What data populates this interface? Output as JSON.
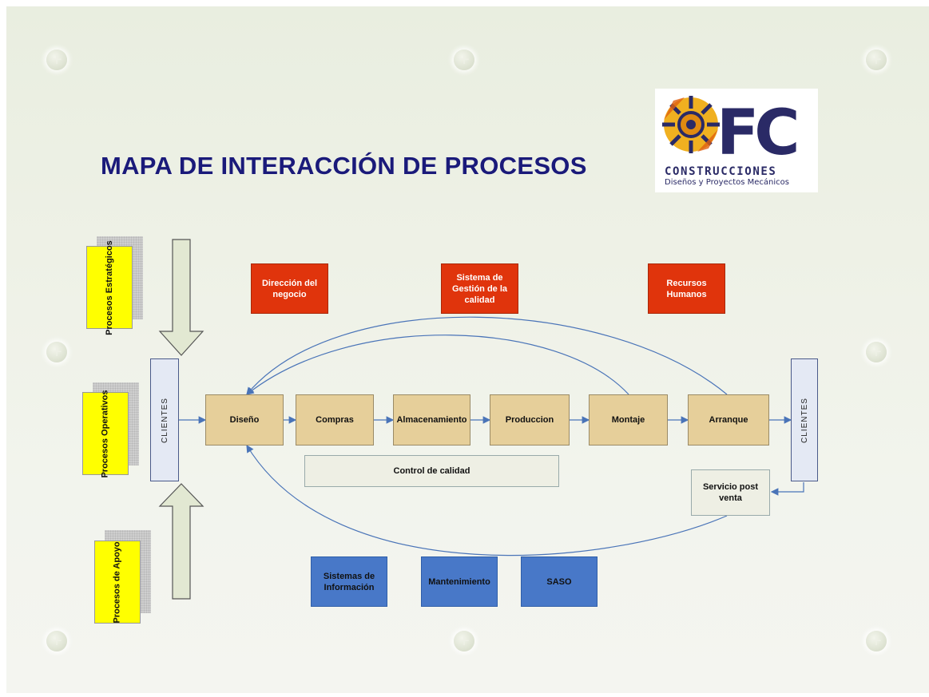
{
  "title": "MAPA DE INTERACCIÓN DE PROCESOS",
  "logo": {
    "mark": "FC",
    "name": "CONSTRUCCIONES",
    "tagline": "Diseños y Proyectos Mecánicos"
  },
  "categories": {
    "strategic": "Procesos Estratégicos",
    "operative": "Procesos Operativos",
    "support": "Procesos de Apoyo"
  },
  "clients": {
    "left": "CLIENTES",
    "right": "CLIENTES"
  },
  "strategic_processes": [
    "Dirección del negocio",
    "Sistema de Gestión de la calidad",
    "Recursos Humanos"
  ],
  "operative_processes": [
    "Diseño",
    "Compras",
    "Almacenamiento",
    "Produccion",
    "Montaje",
    "Arranque"
  ],
  "quality_control": "Control de calidad",
  "post_sale": "Servicio post venta",
  "support_processes": [
    "Sistemas de Información",
    "Mantenimiento",
    "SASO"
  ],
  "colors": {
    "strategic": "#e0340c",
    "operative": "#e6cf9a",
    "support": "#4878c8",
    "category": "#ffff00",
    "title": "#1a1a7a",
    "connector": "#4a74b8"
  }
}
